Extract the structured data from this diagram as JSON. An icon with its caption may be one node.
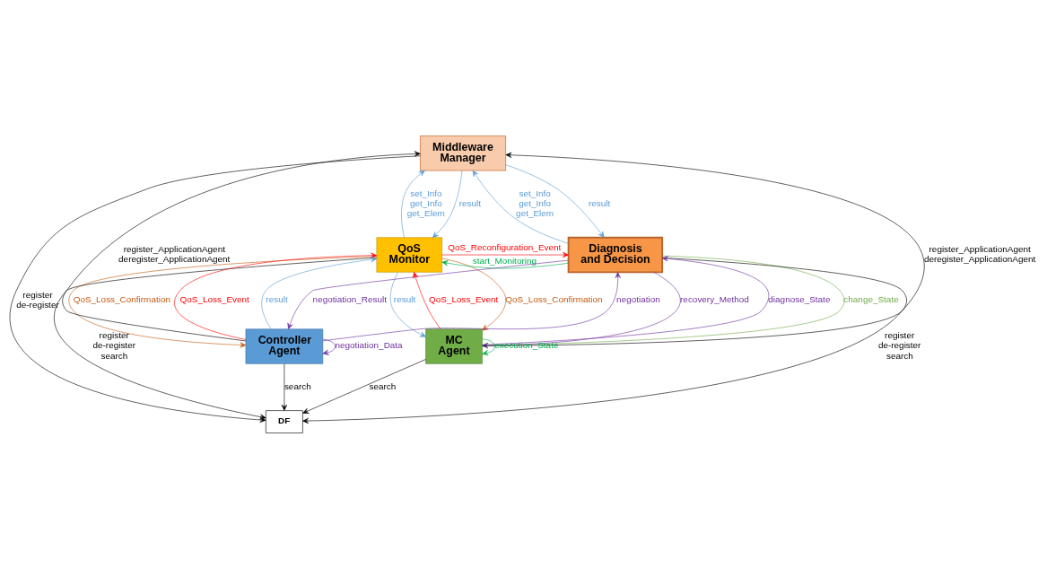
{
  "diagram": {
    "nodes": [
      {
        "text": [
          "Middleware Manager"
        ]
      },
      {
        "text": [
          "QoS Monitor"
        ]
      },
      {
        "text": [
          "Diagnosis and Decision"
        ]
      },
      {
        "text": [
          "Controller Agent"
        ]
      },
      {
        "text": [
          "MC Agent"
        ]
      },
      {
        "text": [
          "DF"
        ]
      }
    ],
    "edges": [
      {
        "from": 3,
        "to": 0,
        "arrow": "to",
        "label": "register_ApplicationAgent deregister_ApplicationAgent"
      },
      {
        "from": 4,
        "to": 0,
        "arrow": "to",
        "label": "register_ApplicationAgent deregister_ApplicationAgent"
      },
      {
        "from": 0,
        "to": 1,
        "arrow": "to",
        "label": "result",
        "color": "#5b9bd5"
      },
      {
        "from": 1,
        "to": 0,
        "arrow": "to",
        "label": "set_Info get_Info get_Elem",
        "color": "#5b9bd5"
      },
      {
        "from": 0,
        "to": 2,
        "arrow": "to",
        "label": "result",
        "color": "#5b9bd5"
      },
      {
        "from": 2,
        "to": 0,
        "arrow": "to",
        "label": "set_Info get_Info get_Elem",
        "color": "#5b9bd5"
      },
      {
        "from": 2,
        "to": 1,
        "arrow": "to",
        "label": "start_Monitoring",
        "color": "#00b050"
      },
      {
        "from": 1,
        "to": 2,
        "arrow": "to",
        "label": "QoS_Reconfiguration_Event",
        "color": "#ff0000"
      },
      {
        "from": 3,
        "to": 1,
        "arrow": "to",
        "label": "QoS_Loss_Event",
        "color": "#ff0000"
      },
      {
        "from": 3,
        "to": 1,
        "arrow": "to",
        "label": "result",
        "color": "#5b9bd5"
      },
      {
        "from": 1,
        "to": 3,
        "arrow": "to",
        "label": "QoS_Loss_Confirmation",
        "color": "#c55a11"
      },
      {
        "from": 1,
        "to": 4,
        "arrow": "to",
        "label": "QoS_Loss_Confirmation",
        "color": "#c55a11"
      },
      {
        "from": 1,
        "to": 4,
        "arrow": "to",
        "label": "result",
        "color": "#5b9bd5"
      },
      {
        "from": 4,
        "to": 1,
        "arrow": "to",
        "label": "QoS_Loss_Event",
        "color": "#ff0000"
      },
      {
        "from": 3,
        "to": 2,
        "arrow": "to",
        "label": "negotiation",
        "color": "#7030a0"
      },
      {
        "from": 2,
        "to": 3,
        "arrow": "to",
        "label": "negotiation_Result",
        "color": "#7030a0"
      },
      {
        "from": 3,
        "to": 3,
        "arrow": "to",
        "label": "negotiation_Data",
        "color": "#7030a0"
      },
      {
        "from": 2,
        "to": 4,
        "arrow": "to",
        "label": "change_State",
        "color": "#70ad47"
      },
      {
        "from": 4,
        "to": 2,
        "arrow": "to",
        "label": "diagnose_State",
        "color": "#7030a0"
      },
      {
        "from": 2,
        "to": 4,
        "arrow": "to",
        "label": "recovery_Method",
        "color": "#7030a0"
      },
      {
        "from": 4,
        "to": 4,
        "arrow": "to",
        "label": "execution_State",
        "color": "#00b050"
      },
      {
        "from": 1,
        "to": 5,
        "arrow": "to",
        "label": "register de-register search"
      },
      {
        "from": 3,
        "to": 5,
        "arrow": "to",
        "label": "search"
      },
      {
        "from": 0,
        "to": 5,
        "arrow": "to",
        "label": "register de-register"
      },
      {
        "from": 2,
        "to": 5,
        "arrow": "to",
        "label": "register de-register search"
      },
      {
        "from": 4,
        "to": 5,
        "arrow": "to",
        "label": "search"
      }
    ]
  }
}
